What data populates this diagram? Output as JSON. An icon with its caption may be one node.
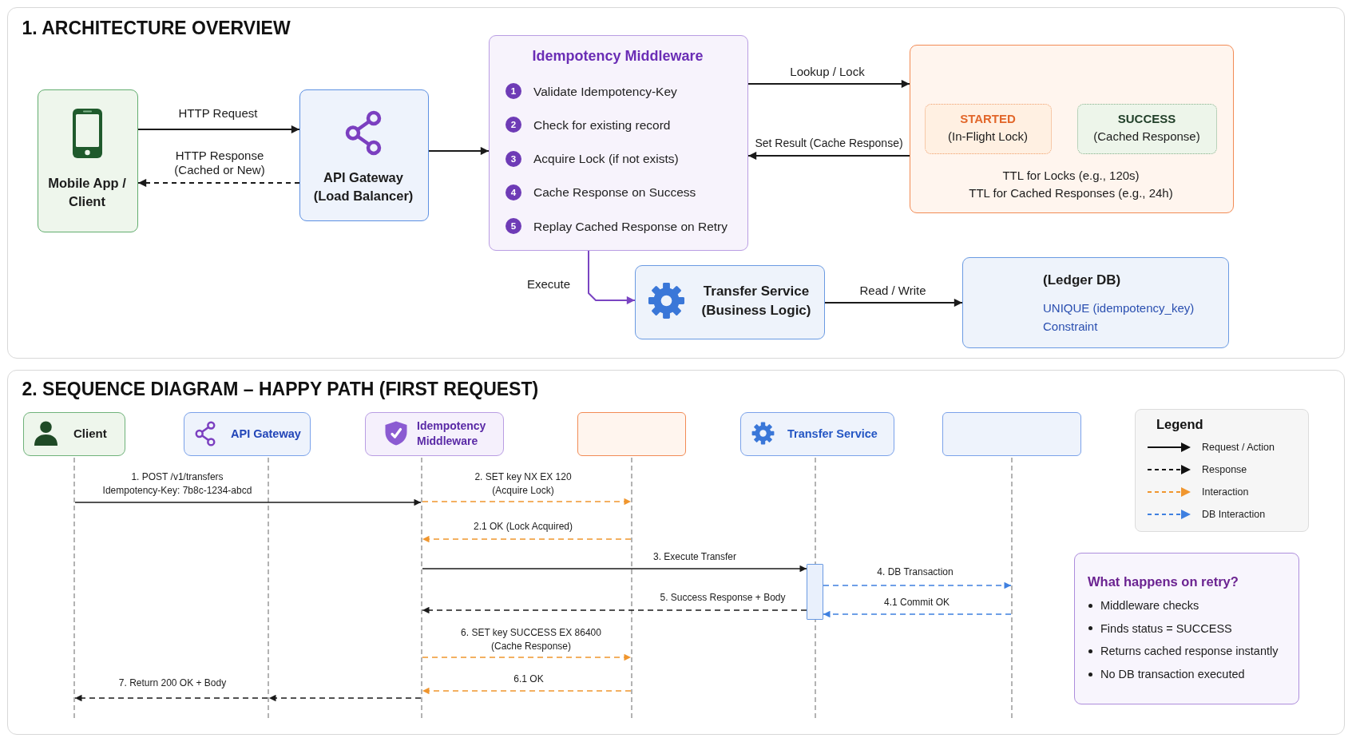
{
  "diagram": {
    "nodes": [
      {
        "text": [
          "1. ARCHITECTURE OVERVIEW"
        ]
      },
      {
        "text": [
          "Mobile App / Client"
        ],
        "in": 0
      },
      {
        "text": [
          "API Gateway (Load Balancer)"
        ],
        "in": 0
      },
      {
        "text": [
          "Idempotency Middleware",
          "1",
          "Validate Idempotency-Key",
          "2",
          "Check for existing record",
          "3",
          "Acquire Lock (if not exists)",
          "4",
          "Cache Response on Success",
          "5",
          "Replay Cached Response on Retry"
        ],
        "in": 0
      },
      {
        "text": [
          "TTL for Locks (e.g., 120s)",
          "TTL for Cached Responses (e.g., 24h)"
        ],
        "in": 0
      },
      {
        "text": [
          "STARTED",
          "(In-Flight Lock)"
        ],
        "in": 4
      },
      {
        "text": [
          "SUCCESS",
          "(Cached Response)"
        ],
        "in": 4
      },
      {
        "text": [
          "Transfer Service (Business Logic)"
        ],
        "in": 0
      },
      {
        "text": [
          "(Ledger DB)",
          "UNIQUE (idempotency_key) Constraint"
        ],
        "in": 0
      },
      {
        "text": [
          "2. SEQUENCE DIAGRAM – HAPPY PATH (FIRST REQUEST)"
        ]
      },
      {
        "text": [
          "Client"
        ],
        "in": 9
      },
      {
        "text": [
          "API Gateway"
        ],
        "in": 9
      },
      {
        "text": [
          "Idempotency Middleware"
        ],
        "in": 9
      },
      {
        "text": [],
        "shape": "box",
        "in": 9
      },
      {
        "text": [
          "Transfer Service"
        ],
        "in": 9
      },
      {
        "text": [],
        "shape": "box",
        "in": 9
      },
      {
        "text": [],
        "shape": "line",
        "in": 9
      },
      {
        "text": [],
        "shape": "line",
        "in": 9
      },
      {
        "text": [],
        "shape": "line",
        "in": 9
      },
      {
        "text": [],
        "shape": "line",
        "in": 9
      },
      {
        "text": [],
        "shape": "line",
        "in": 9
      },
      {
        "text": [],
        "shape": "line",
        "in": 9
      },
      {
        "text": [],
        "shape": "bar",
        "in": 9
      },
      {
        "text": [
          "What happens on retry?",
          "Middleware checks",
          "Finds status = SUCCESS",
          "Returns cached response instantly",
          "No DB transaction executed"
        ],
        "in": 9
      }
    ],
    "edges": [
      {
        "from": 1,
        "to": 2,
        "arrow": "to",
        "label": "HTTP Request"
      },
      {
        "from": 2,
        "to": 1,
        "arrow": "to",
        "label": "HTTP Response (Cached or New)",
        "style": "dashed"
      },
      {
        "from": 2,
        "to": 3,
        "arrow": "to"
      },
      {
        "from": 3,
        "to": 4,
        "arrow": "to",
        "label": "Lookup / Lock"
      },
      {
        "from": 4,
        "to": 3,
        "arrow": "to",
        "label": "Set Result (Cache Response)"
      },
      {
        "from": 3,
        "to": 7,
        "arrow": "to",
        "label": "Execute",
        "color": "#7a45c2"
      },
      {
        "from": 7,
        "to": 8,
        "arrow": "to",
        "label": "Read / Write"
      },
      {
        "from": 16,
        "to": 18,
        "arrow": "to",
        "label": "1. POST /v1/transfers Idempotency-Key: 7b8c-1234-abcd"
      },
      {
        "from": 18,
        "to": 19,
        "arrow": "to",
        "label": "2. SET key NX EX 120 (Acquire Lock)",
        "style": "dashed",
        "color": "#f0962e"
      },
      {
        "from": 19,
        "to": 18,
        "arrow": "to",
        "label": "2.1 OK (Lock Acquired)",
        "style": "dashed",
        "color": "#f0962e"
      },
      {
        "from": 18,
        "to": 22,
        "arrow": "to",
        "label": "3. Execute Transfer"
      },
      {
        "from": 22,
        "to": 21,
        "arrow": "to",
        "label": "4. DB Transaction",
        "style": "dashed",
        "color": "#3f80e0"
      },
      {
        "from": 21,
        "to": 22,
        "arrow": "to",
        "label": "4.1 Commit OK",
        "style": "dashed",
        "color": "#3f80e0"
      },
      {
        "from": 22,
        "to": 18,
        "arrow": "to",
        "label": "5. Success Response + Body",
        "style": "dashed"
      },
      {
        "from": 18,
        "to": 19,
        "arrow": "to",
        "label": "6. SET key SUCCESS EX 86400 (Cache Response)",
        "style": "dashed",
        "color": "#f0962e"
      },
      {
        "from": 19,
        "to": 18,
        "arrow": "to",
        "label": "6.1 OK",
        "style": "dashed",
        "color": "#f0962e"
      },
      {
        "from": 18,
        "to": 17,
        "arrow": "to",
        "style": "dashed"
      },
      {
        "from": 17,
        "to": 16,
        "arrow": "to",
        "label": "7. Return 200 OK + Body",
        "style": "dashed"
      }
    ],
    "labels": [
      "Legend"
    ],
    "legend": [
      {
        "text": "Request / Action"
      },
      {
        "text": "Response"
      },
      {
        "text": "Interaction"
      },
      {
        "text": "DB Interaction"
      }
    ]
  }
}
